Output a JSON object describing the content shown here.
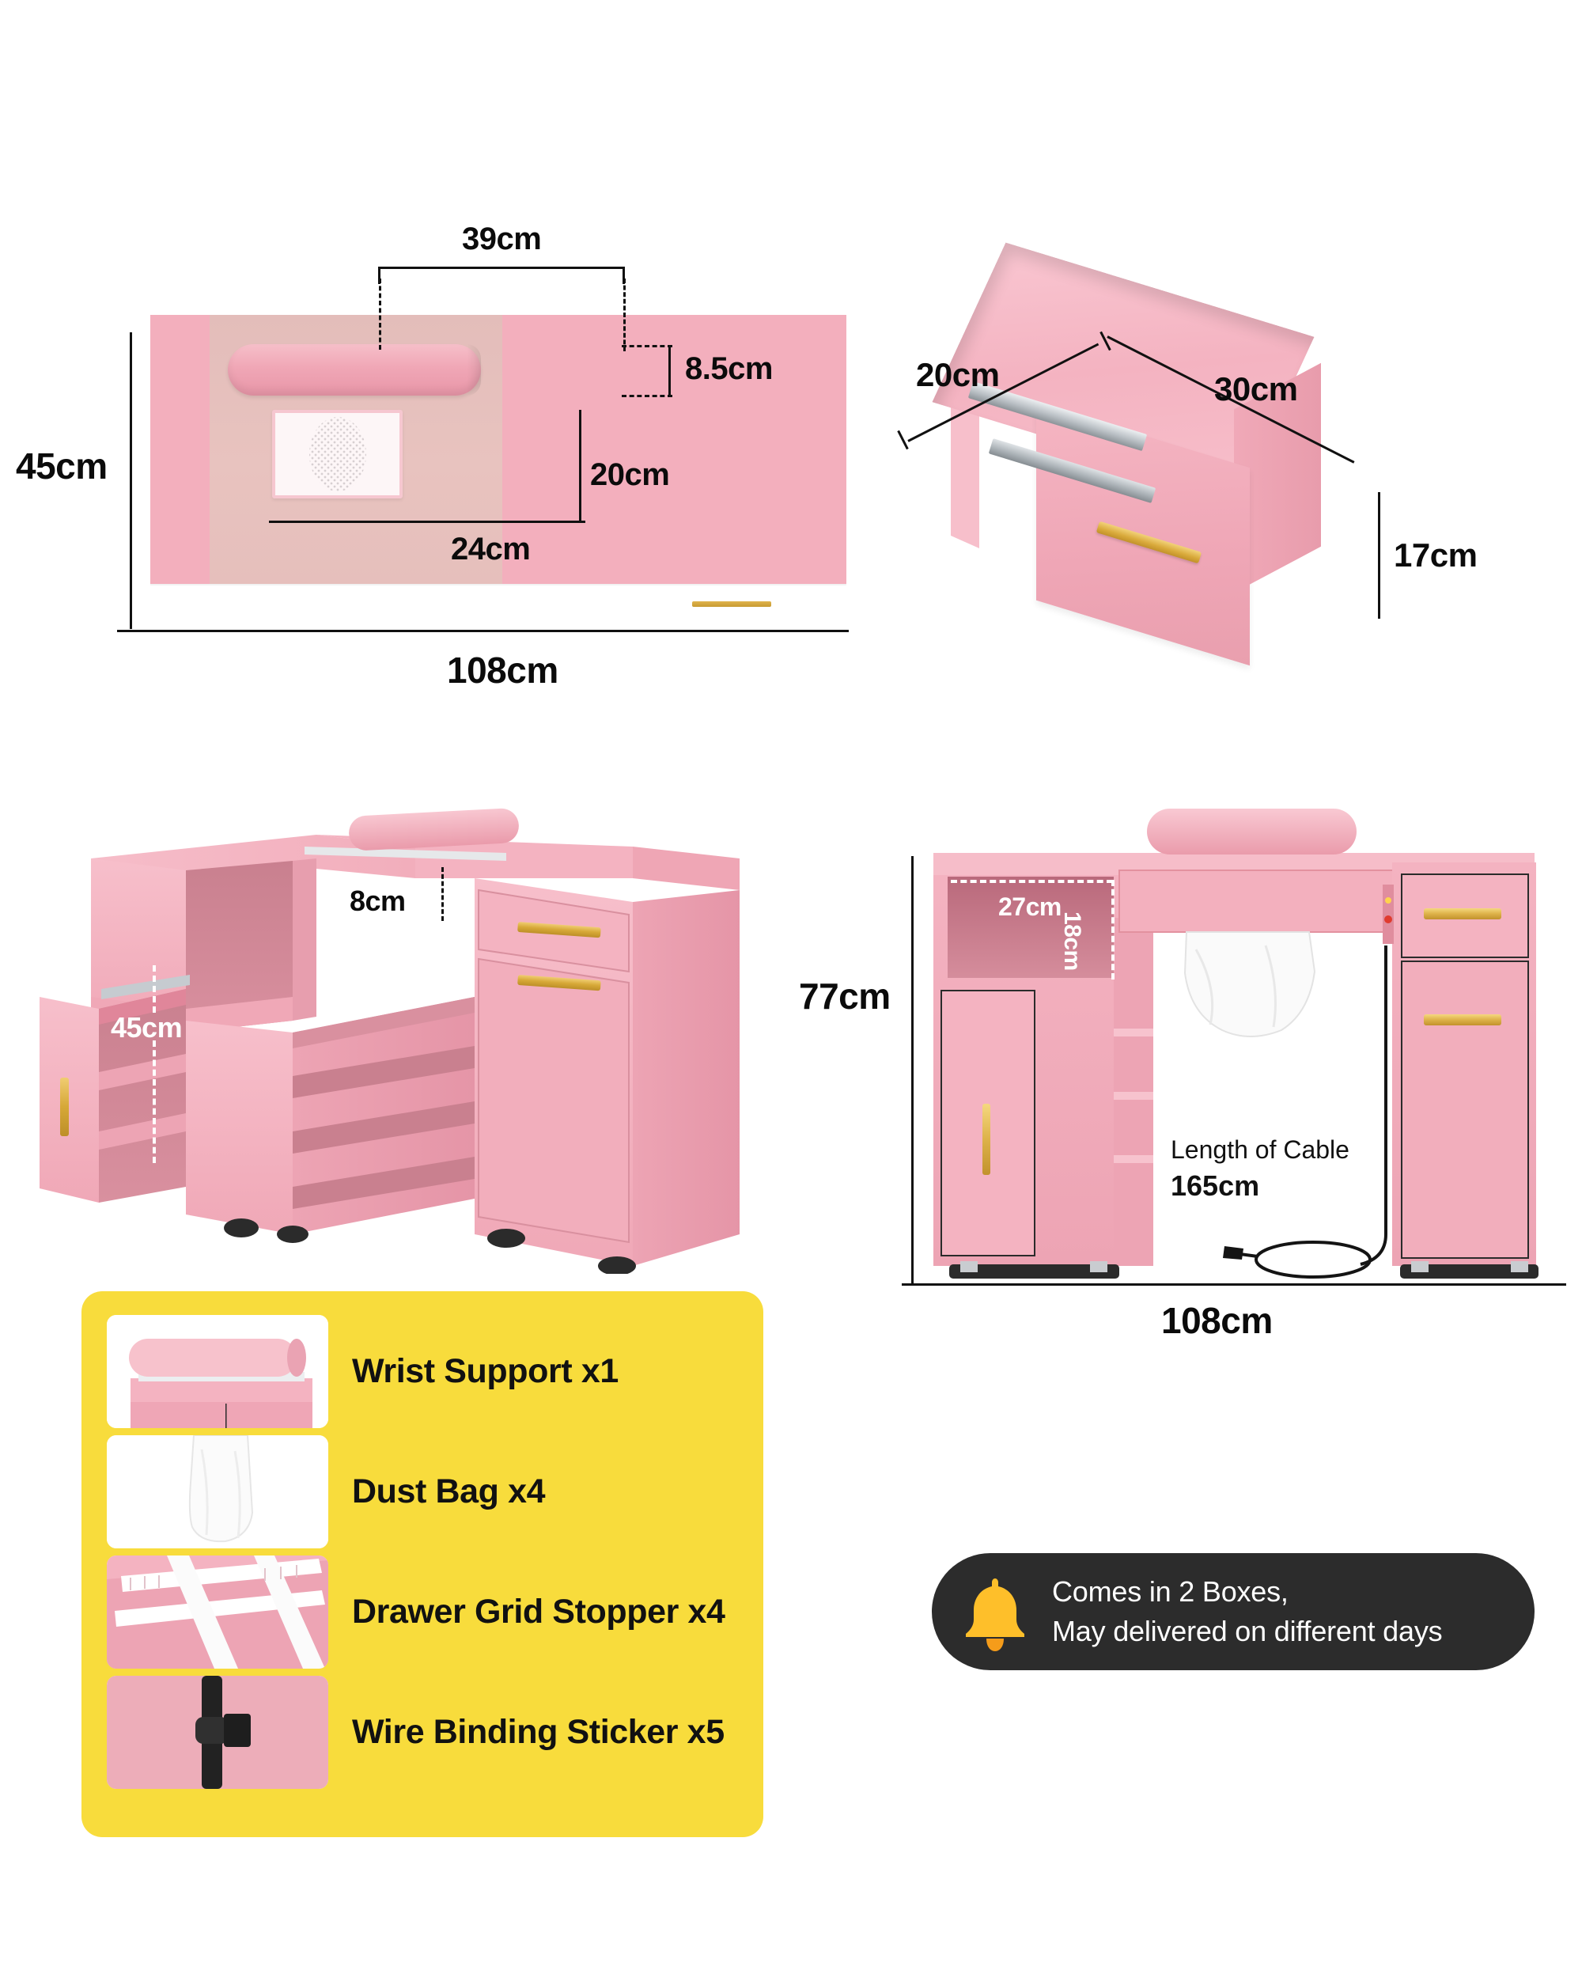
{
  "document": {
    "type": "product-dimension-infographic",
    "product": "pink manicure nail table with dust collector"
  },
  "colors": {
    "pink_body": "#f3afbd",
    "pink_dark": "#e796a7",
    "pink_light": "#f9c6d1",
    "desk_center": "#e4bebb",
    "gold": "#d8a93a",
    "yellow_card": "#f8dc3c",
    "notice_bg": "#2c2c2c",
    "bell": "#febf2a",
    "dim_text": "#0b0b0b"
  },
  "panel_top_view": {
    "name": "Desktop top view",
    "dimensions": {
      "wrist_rest_width": "39cm",
      "wrist_rest_depth": "8.5cm",
      "vent_height": "20cm",
      "vent_width": "24cm",
      "desk_depth": "45cm",
      "desk_width": "108cm"
    }
  },
  "panel_drawer": {
    "name": "Drawer detail",
    "dimensions": {
      "drawer_width": "20cm",
      "drawer_depth": "30cm",
      "drawer_height": "17cm"
    }
  },
  "panel_desk_perspective": {
    "name": "Desk perspective view",
    "dimensions": {
      "drawer_front_height": "8cm",
      "side_cabinet_height": "45cm"
    }
  },
  "panel_desk_front": {
    "name": "Desk front view",
    "dimensions": {
      "total_height": "77cm",
      "shelf_width": "27cm",
      "shelf_height": "18cm",
      "total_width": "108cm"
    },
    "cable": {
      "caption": "Length of Cable",
      "value": "165cm"
    }
  },
  "accessories": {
    "items": [
      {
        "label": "Wrist Support x1",
        "thumb": "wrist-support-photo"
      },
      {
        "label": "Dust Bag x4",
        "thumb": "dust-bag-photo"
      },
      {
        "label": "Drawer Grid Stopper x4",
        "thumb": "drawer-grid-stopper-photo"
      },
      {
        "label": "Wire Binding Sticker x5",
        "thumb": "wire-binding-sticker-photo"
      }
    ]
  },
  "notice": {
    "icon": "bell-icon",
    "line1": "Comes in 2 Boxes,",
    "line2": "May delivered on different days"
  }
}
